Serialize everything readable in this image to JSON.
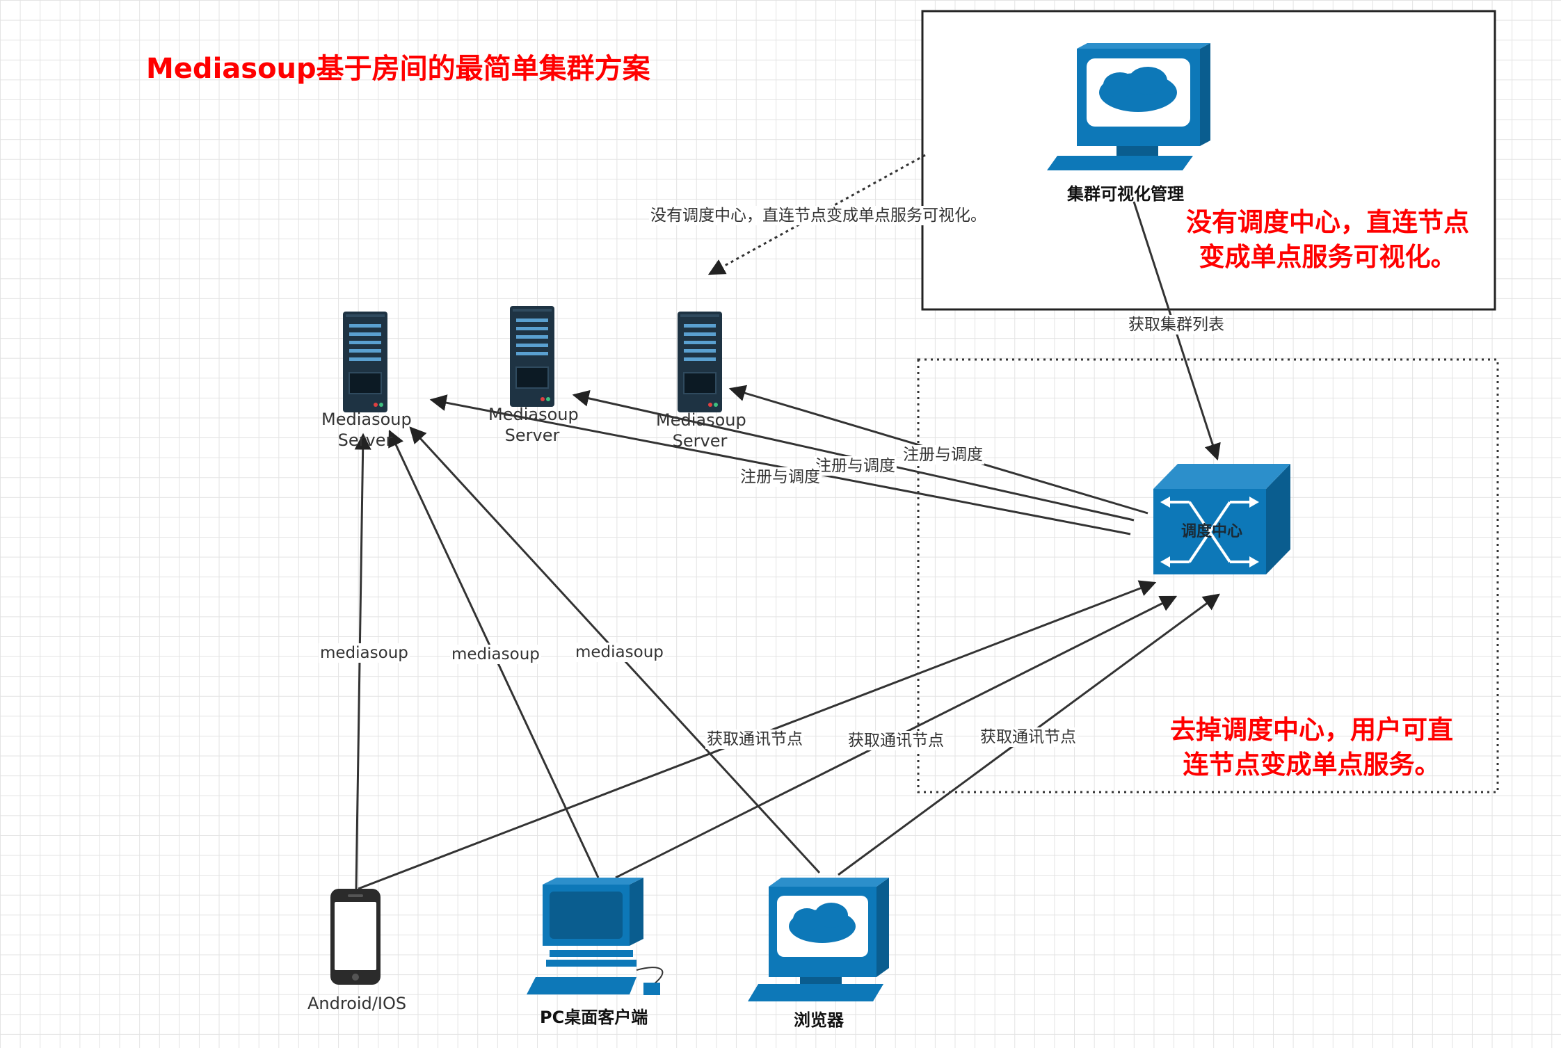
{
  "title": "Mediasoup基于房间的最简单集群方案",
  "notes": {
    "top_line1": "没有调度中心，直连节点",
    "top_line2": "变成单点服务可视化。",
    "bottom_line1": "去掉调度中心，用户可直",
    "bottom_line2": "连节点变成单点服务。"
  },
  "nodes": {
    "cluster_mgmt": "集群可视化管理",
    "dispatch_center": "调度中心",
    "servers": [
      {
        "line1": "Mediasoup",
        "line2": "Server"
      },
      {
        "line1": "Mediasoup",
        "line2": "Server"
      },
      {
        "line1": "Mediasoup",
        "line2": "Server"
      }
    ],
    "android": "Android/IOS",
    "pc_client": "PC桌面客户端",
    "browser": "浏览器"
  },
  "edge_labels": {
    "direct_visual": "没有调度中心，直连节点变成单点服务可视化。",
    "get_cluster_list": "获取集群列表",
    "register_1": "注册与调度",
    "register_2": "注册与调度",
    "register_3": "注册与调度",
    "mediasoup_1": "mediasoup",
    "mediasoup_2": "mediasoup",
    "mediasoup_3": "mediasoup",
    "get_node_1": "获取通讯节点",
    "get_node_2": "获取通讯节点",
    "get_node_3": "获取通讯节点"
  },
  "colors": {
    "title": "#ff0000",
    "device_blue": "#0d78b8",
    "server_dark": "#1e3343",
    "edge": "#333333"
  }
}
